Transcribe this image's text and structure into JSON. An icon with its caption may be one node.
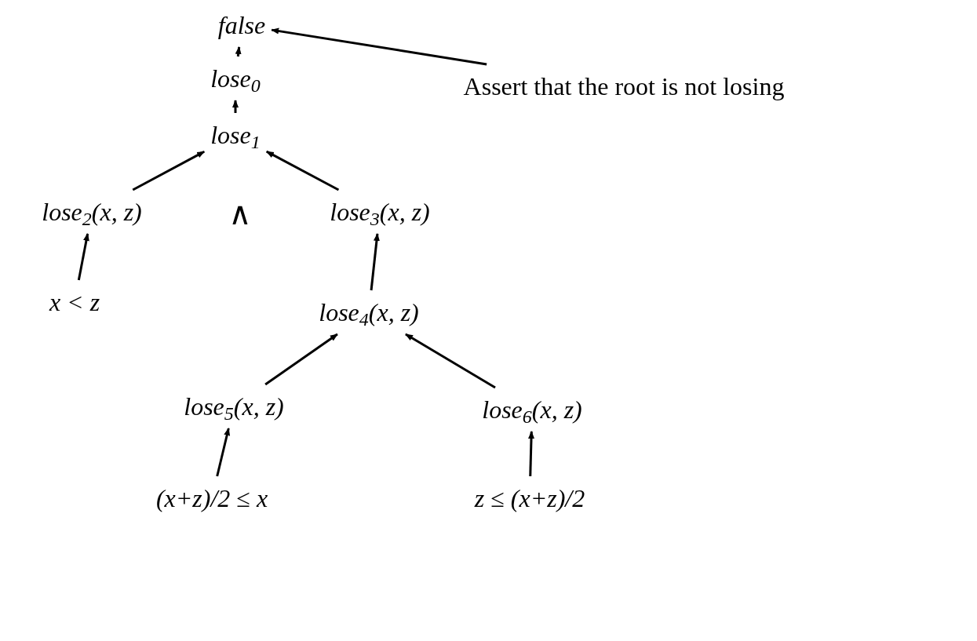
{
  "diagram": {
    "nodes": [
      {
        "text": [
          "false"
        ]
      },
      {
        "text": [
          "lose$_{0}$"
        ]
      },
      {
        "text": [
          "lose$_{1}$"
        ]
      },
      {
        "text": [
          "lose$_{2}$(x, z)"
        ]
      },
      {
        "text": [
          "lose$_{3}$(x, z)"
        ]
      },
      {
        "text": [
          "x < z"
        ]
      },
      {
        "text": [
          "lose$_{4}$(x, z)"
        ]
      },
      {
        "text": [
          "lose$_{5}$(x, z)"
        ]
      },
      {
        "text": [
          "lose$_{6}$(x, z)"
        ]
      },
      {
        "text": [
          "(x+z)/2 ≤ x"
        ]
      },
      {
        "text": [
          "z ≤ (x+z)/2"
        ]
      },
      {
        "text": [
          "Assert that the root is not losing"
        ]
      }
    ],
    "edges": [
      {
        "from": 1,
        "to": 0,
        "arrow": "to"
      },
      {
        "from": 2,
        "to": 1,
        "arrow": "to"
      },
      {
        "from": 3,
        "to": 2,
        "arrow": "to"
      },
      {
        "from": 4,
        "to": 2,
        "arrow": "to"
      },
      {
        "from": 5,
        "to": 3,
        "arrow": "to"
      },
      {
        "from": 6,
        "to": 4,
        "arrow": "to"
      },
      {
        "from": 7,
        "to": 6,
        "arrow": "to"
      },
      {
        "from": 8,
        "to": 6,
        "arrow": "to"
      },
      {
        "from": 9,
        "to": 7,
        "arrow": "to"
      },
      {
        "from": 10,
        "to": 8,
        "arrow": "to"
      },
      {
        "from": 11,
        "to": 0,
        "arrow": "to"
      }
    ],
    "labels": [
      "∧"
    ]
  }
}
